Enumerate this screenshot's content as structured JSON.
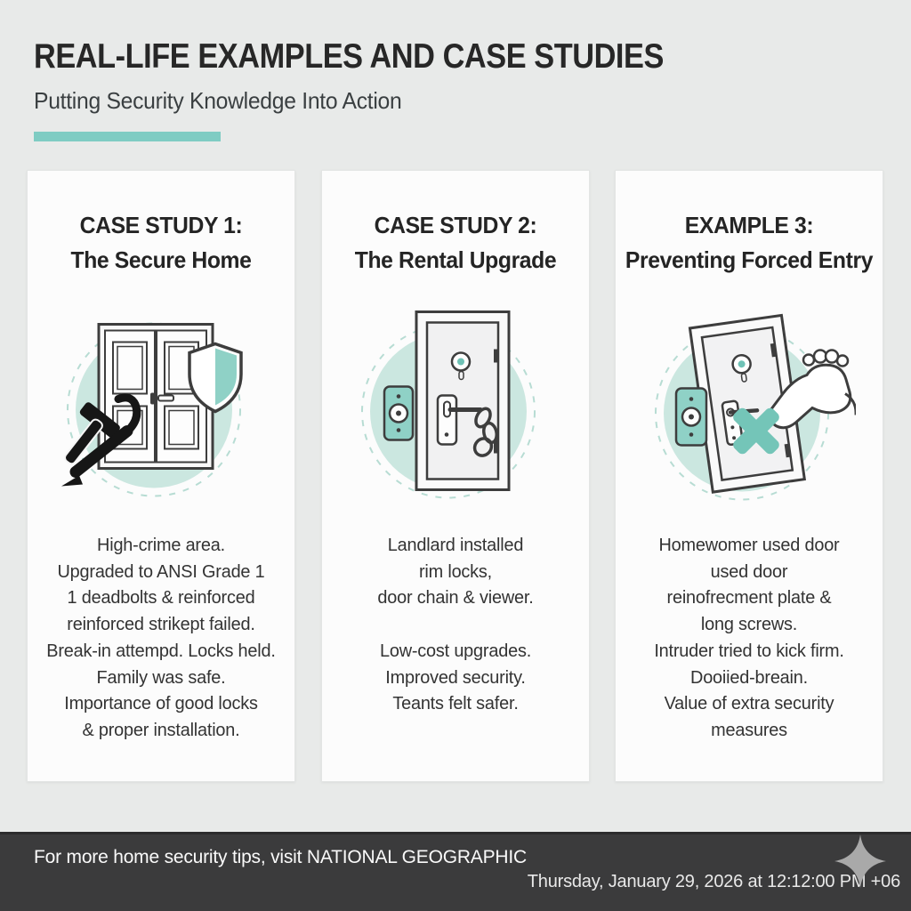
{
  "header": {
    "title": "REAL-LIFE EXAMPLES AND CASE STUDIES",
    "subtitle": "Putting Security Knowledge Into Action"
  },
  "cards": [
    {
      "title_line1": "CASE STUDY 1:",
      "title_line2": "The Secure Home",
      "icon": "double-door-shield-crowbar-icon",
      "body": [
        "High-crime area.",
        "Upgraded to ANSI Grade 1",
        "1 deadbolts & reinforced",
        "reinforced strikept failed.",
        "Break-in attempd. Locks held.",
        "Family was safe.",
        "Importance of good locks",
        "& proper installation."
      ]
    },
    {
      "title_line1": "CASE STUDY 2:",
      "title_line2": "The Rental Upgrade",
      "icon": "door-chain-rim-lock-icon",
      "body": [
        "Landlard installed",
        "rim locks,",
        "door chain & viewer.",
        "",
        "Low-cost upgrades.",
        "Improved security.",
        "Teants felt safer."
      ]
    },
    {
      "title_line1": "EXAMPLE 3:",
      "title_line2": "Preventing Forced Entry",
      "icon": "door-kick-blocked-icon",
      "body": [
        "Homewomer used door",
        "used door",
        "reinofrecment plate &",
        "long screws.",
        "Intruder tried to kick firm.",
        "Dooiied-breain.",
        "Value of extra security",
        "measures"
      ]
    }
  ],
  "footer": {
    "tip_text": "For more home security tips, visit NATIONAL GEOGRAPHIC",
    "timestamp": "Thursday, January 29, 2026 at 12:12:00 PM +06",
    "sparkle_icon": "sparkle-icon"
  },
  "colors": {
    "background": "#e8eae9",
    "card_background": "#fcfcfc",
    "accent_teal": "#7fccc3",
    "illustration_circle": "#cbe7e0",
    "footer_background": "#3b3b3c",
    "heading_text": "#272727",
    "body_text": "#333333"
  }
}
